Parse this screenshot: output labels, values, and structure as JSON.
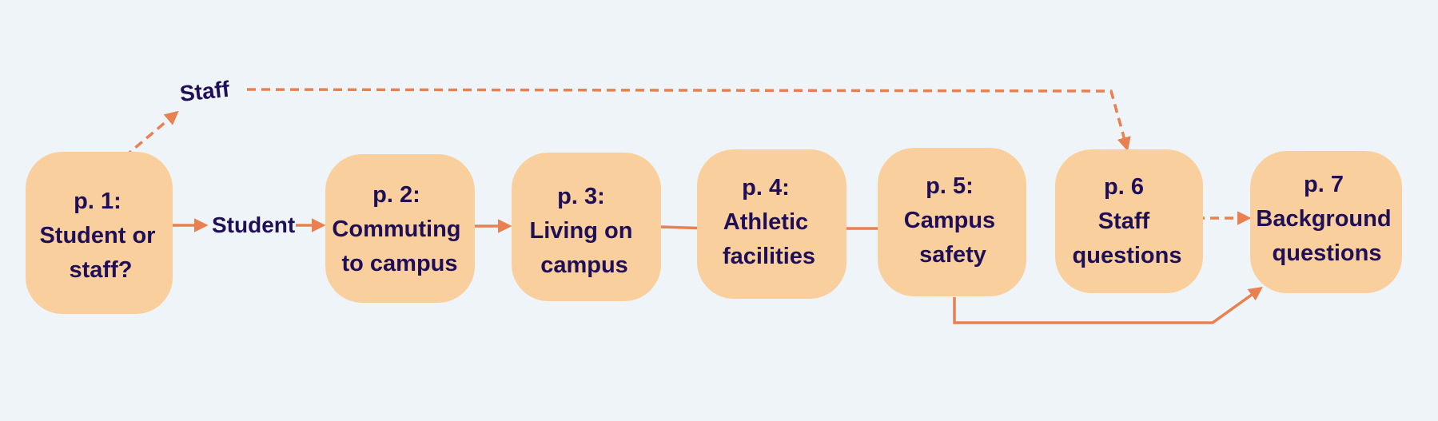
{
  "colors": {
    "background": "#eff4f8",
    "node_fill": "#f9cf9d",
    "text": "#1f0f57",
    "arrow": "#e8804f"
  },
  "nodes": [
    {
      "id": "p1",
      "lines": [
        "p. 1:",
        "Student or",
        "staff?"
      ]
    },
    {
      "id": "p2",
      "lines": [
        "p. 2:",
        "Commuting",
        "to campus"
      ]
    },
    {
      "id": "p3",
      "lines": [
        "p. 3:",
        "Living on",
        "campus"
      ]
    },
    {
      "id": "p4",
      "lines": [
        "p. 4:",
        "Athletic",
        "facilities"
      ]
    },
    {
      "id": "p5",
      "lines": [
        "p. 5:",
        "Campus",
        "safety"
      ]
    },
    {
      "id": "p6",
      "lines": [
        "p. 6",
        "Staff",
        "questions"
      ]
    },
    {
      "id": "p7",
      "lines": [
        "p. 7",
        "Background",
        "questions"
      ]
    }
  ],
  "edges": [
    {
      "id": "p1-student",
      "from": "p1",
      "to": "p2",
      "label": "Student",
      "style": "solid"
    },
    {
      "id": "p1-staff",
      "from": "p1",
      "to": "p6",
      "label": "Staff",
      "style": "dashed"
    },
    {
      "id": "p2-p3",
      "from": "p2",
      "to": "p3",
      "label": "",
      "style": "solid"
    },
    {
      "id": "p3-p4",
      "from": "p3",
      "to": "p4",
      "label": "",
      "style": "solid"
    },
    {
      "id": "p4-p5",
      "from": "p4",
      "to": "p5",
      "label": "",
      "style": "solid"
    },
    {
      "id": "p5-p7",
      "from": "p5",
      "to": "p7",
      "label": "",
      "style": "solid"
    },
    {
      "id": "p6-p7",
      "from": "p6",
      "to": "p7",
      "label": "",
      "style": "dashed"
    }
  ]
}
